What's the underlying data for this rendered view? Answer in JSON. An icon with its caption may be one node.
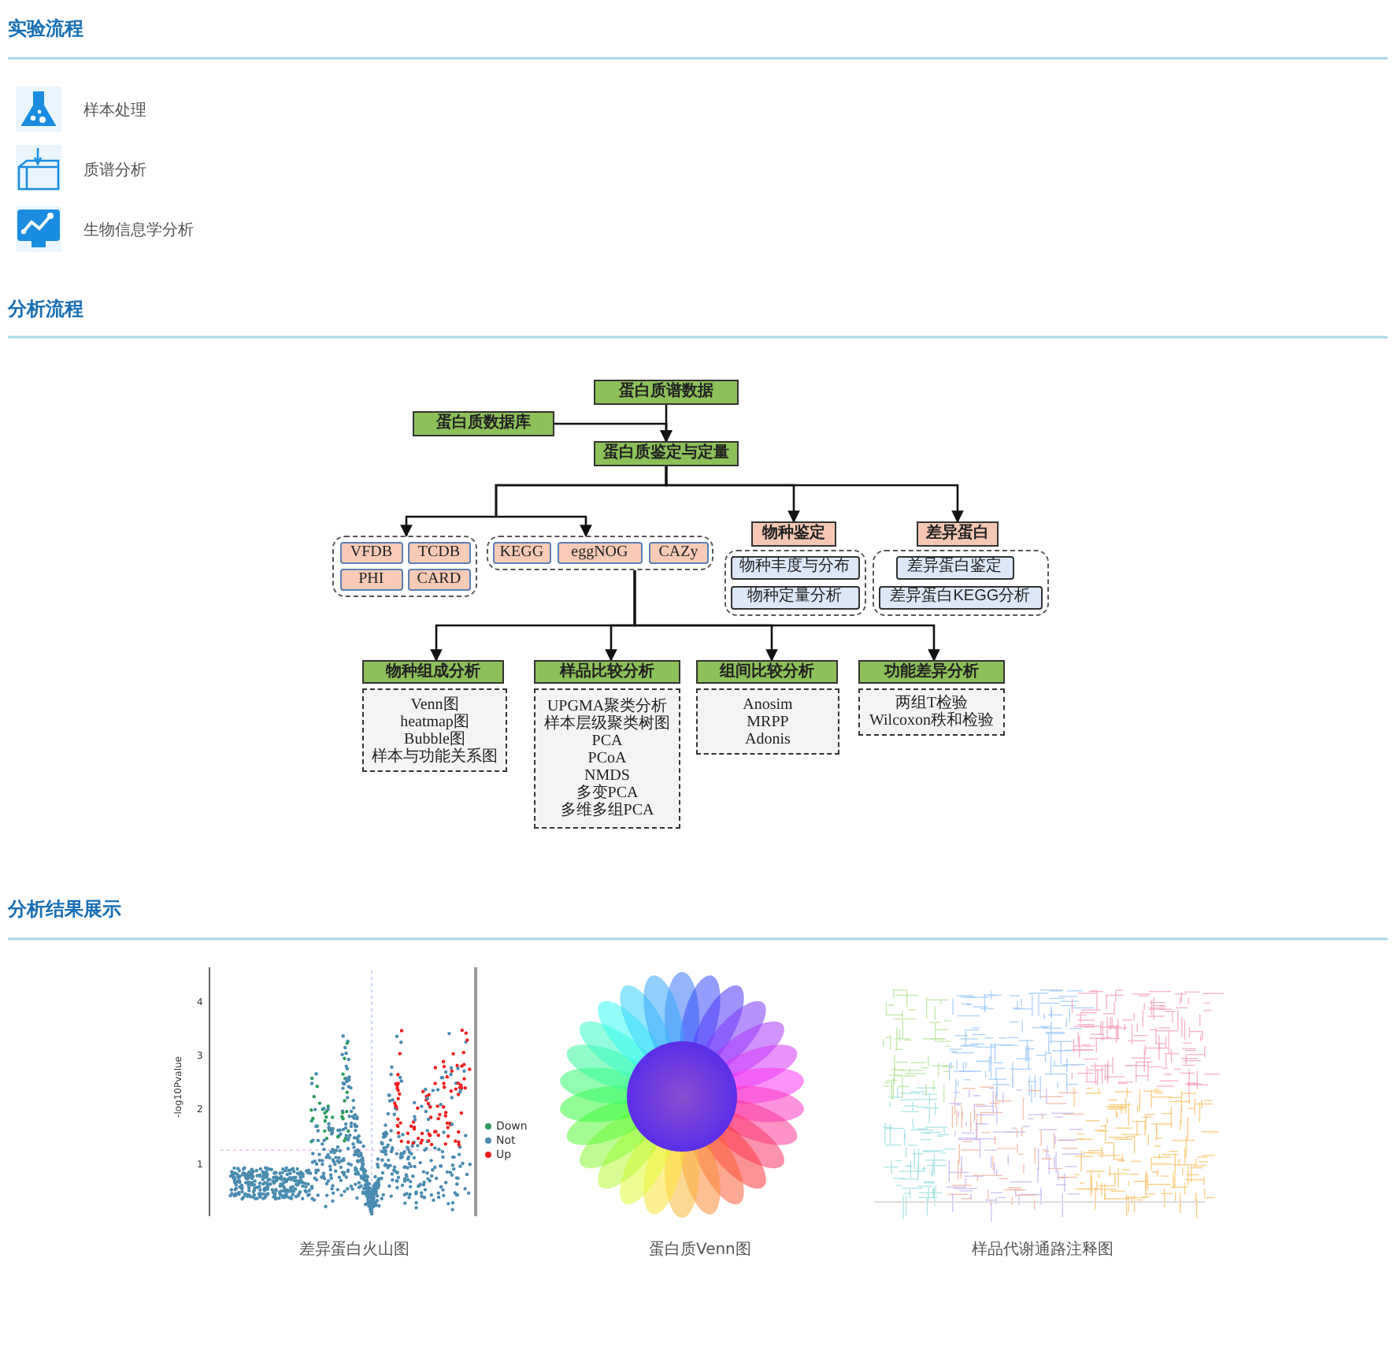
{
  "diagram": {
    "nodes": [
      {
        "text": [
          "蛋白质谱数据"
        ]
      },
      {
        "text": [
          "蛋白质数据库"
        ]
      },
      {
        "text": [
          "蛋白质鉴定与定量"
        ]
      },
      {
        "text": [],
        "shape": "box"
      },
      {
        "text": [
          "VFDB"
        ],
        "in": 3
      },
      {
        "text": [
          "TCDB"
        ],
        "in": 3
      },
      {
        "text": [
          "PHI"
        ],
        "in": 3
      },
      {
        "text": [
          "CARD"
        ],
        "in": 3
      },
      {
        "text": [],
        "shape": "box"
      },
      {
        "text": [
          "KEGG"
        ],
        "in": 8
      },
      {
        "text": [
          "eggNOG"
        ],
        "in": 8
      },
      {
        "text": [
          "CAZy"
        ],
        "in": 8
      },
      {
        "text": [
          "物种鉴定"
        ]
      },
      {
        "text": [],
        "shape": "box"
      },
      {
        "text": [
          "物种丰度与分布"
        ],
        "in": 13
      },
      {
        "text": [
          "物种定量分析"
        ],
        "in": 13
      },
      {
        "text": [
          "差异蛋白"
        ]
      },
      {
        "text": [],
        "shape": "box"
      },
      {
        "text": [
          "差异蛋白鉴定"
        ],
        "in": 17
      },
      {
        "text": [
          "差异蛋白KEGG分析"
        ],
        "in": 17
      },
      {
        "text": [
          "物种组成分析"
        ]
      },
      {
        "text": [
          "Venn图",
          "heatmap图",
          "Bubble图",
          "样本与功能关系图"
        ]
      },
      {
        "text": [
          "样品比较分析"
        ]
      },
      {
        "text": [
          "UPGMA聚类分析",
          "样本层级聚类树图",
          "PCA",
          "PCoA",
          "NMDS",
          "多变PCA",
          "多维多组PCA"
        ]
      },
      {
        "text": [
          "组间比较分析"
        ]
      },
      {
        "text": [
          "Anosim",
          "MRPP",
          "Adonis"
        ]
      },
      {
        "text": [
          "功能差异分析"
        ]
      },
      {
        "text": [
          "两组T检验",
          "Wilcoxon秩和检验"
        ]
      }
    ],
    "edges": [
      {
        "from": 0,
        "to": 2,
        "arrow": "to"
      },
      {
        "from": 1,
        "to": 2,
        "arrow": "to"
      },
      {
        "from": 2,
        "to": 3,
        "arrow": "to"
      },
      {
        "from": 2,
        "to": 8,
        "arrow": "to"
      },
      {
        "from": 2,
        "to": 12,
        "arrow": "to"
      },
      {
        "from": 2,
        "to": 16,
        "arrow": "to"
      },
      {
        "from": 8,
        "to": 20,
        "arrow": "to"
      },
      {
        "from": 8,
        "to": 22,
        "arrow": "to"
      },
      {
        "from": 8,
        "to": 24,
        "arrow": "to"
      },
      {
        "from": 8,
        "to": 26,
        "arrow": "to"
      }
    ],
    "labels": [
      "实验流程",
      "样本处理",
      "质谱分析",
      "生物信息学分析",
      "分析流程",
      "分析结果展示",
      "4",
      "3",
      "2",
      "1",
      "-log10Pvalue",
      "差异蛋白火山图",
      "蛋白质Venn图",
      "样品代谢通路注释图"
    ],
    "legend": [
      {
        "text": "Down",
        "color": "#2e9b5e"
      },
      {
        "text": "Not",
        "color": "#4a8bb0"
      },
      {
        "text": "Up",
        "color": "#f01e1e"
      }
    ]
  }
}
